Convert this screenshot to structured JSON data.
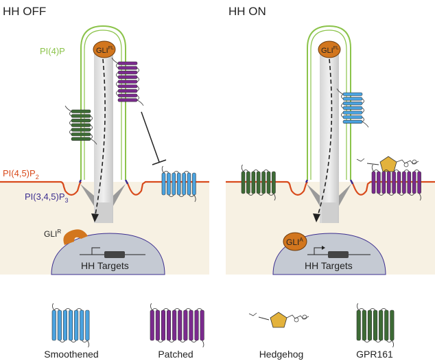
{
  "panels": {
    "off": {
      "title": "HH OFF",
      "membrane_label_cilium": "PI(4)P",
      "membrane_label_plasma_main": "PI(4,5)P",
      "membrane_label_plasma_sub": "2",
      "membrane_label_base_main": "PI(3,4,5)P",
      "membrane_label_base_sub": "3",
      "gli_cilium_main": "GLI",
      "gli_cilium_sup": "FL",
      "gli_nucleus_main": "GLI",
      "gli_nucleus_sup": "R",
      "targets_label": "HH Targets"
    },
    "on": {
      "title": "HH ON",
      "gli_cilium_main": "GLI",
      "gli_cilium_sup": "FL",
      "gli_nucleus_main": "GLI",
      "gli_nucleus_sup": "A",
      "targets_label": "HH Targets"
    }
  },
  "legend": [
    {
      "key": "smoothened",
      "label": "Smoothened",
      "color": "#4aa3e0"
    },
    {
      "key": "patched",
      "label": "Patched",
      "color": "#7b2a8e"
    },
    {
      "key": "hedgehog",
      "label": "Hedgehog",
      "color": "#e3b23c"
    },
    {
      "key": "gpr161",
      "label": "GPR161",
      "color": "#3d6b35"
    }
  ],
  "colors": {
    "cilium_membrane": "#8bc34a",
    "plasma_membrane": "#d84a1b",
    "base_membrane": "#3b2d8f",
    "cytoplasm": "#f7f1e3",
    "nucleus": "#c5cad3",
    "gli": "#d2761e"
  }
}
